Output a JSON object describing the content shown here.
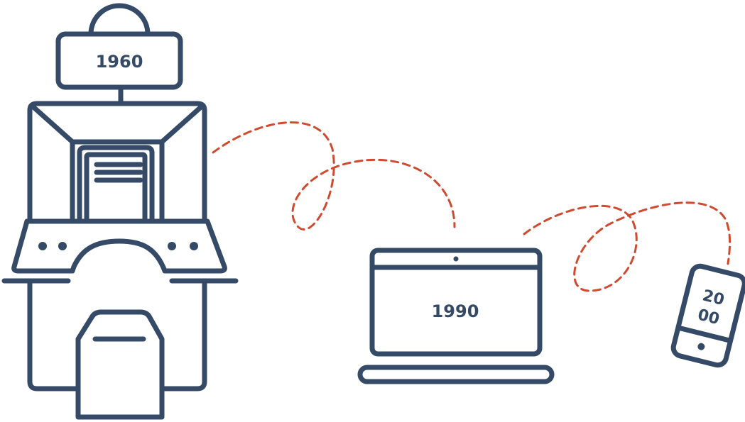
{
  "colors": {
    "outline": "#344a66",
    "connector": "#d04a2f",
    "background": "#ffffff"
  },
  "eras": [
    {
      "label": "1960",
      "device": "mainframe-computer"
    },
    {
      "label": "1990",
      "device": "laptop"
    },
    {
      "label_line1": "20",
      "label_line2": "00",
      "device": "mobile-phone"
    }
  ]
}
